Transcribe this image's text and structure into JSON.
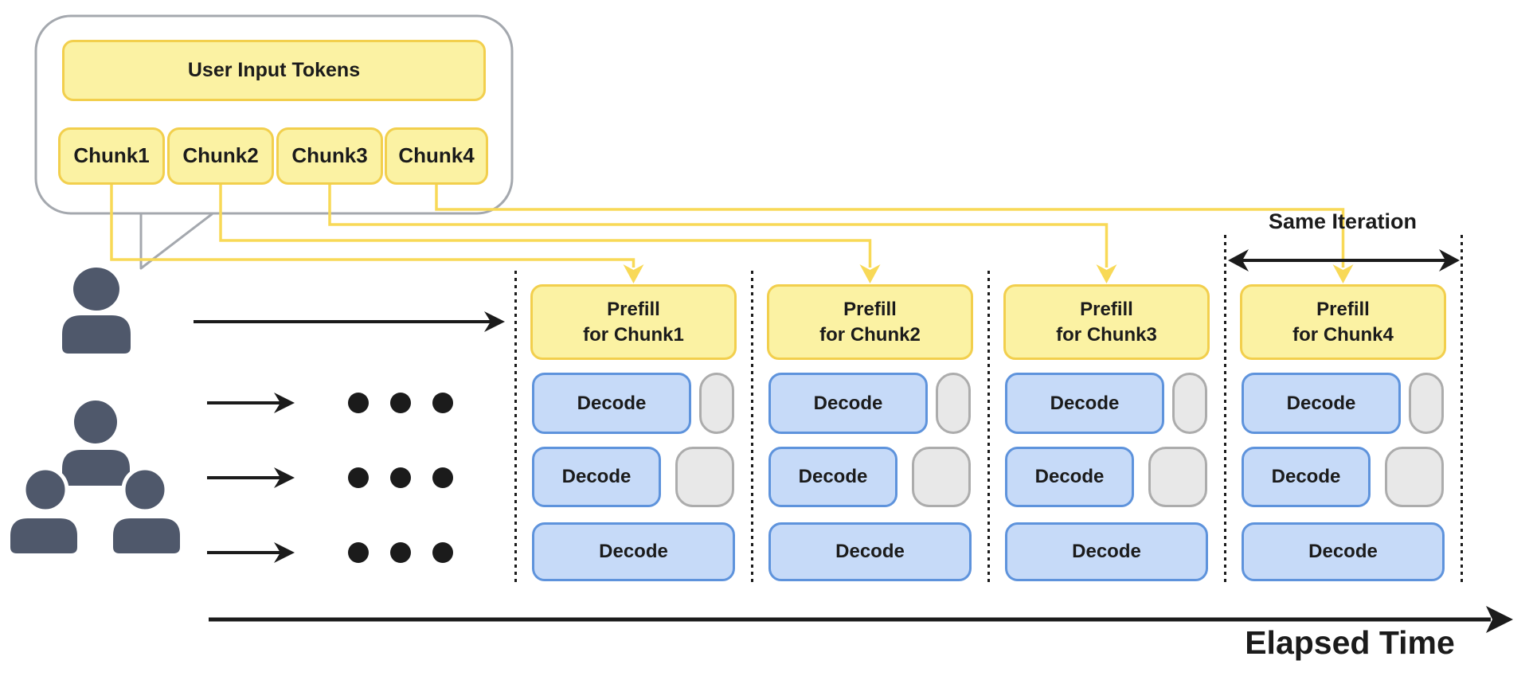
{
  "bubble": {
    "title": "User Input Tokens",
    "chunks": [
      "Chunk1",
      "Chunk2",
      "Chunk3",
      "Chunk4"
    ]
  },
  "columns": [
    {
      "prefill_line1": "Prefill",
      "prefill_line2": "for Chunk1",
      "decodes": [
        "Decode",
        "Decode",
        "Decode"
      ]
    },
    {
      "prefill_line1": "Prefill",
      "prefill_line2": "for Chunk2",
      "decodes": [
        "Decode",
        "Decode",
        "Decode"
      ]
    },
    {
      "prefill_line1": "Prefill",
      "prefill_line2": "for Chunk3",
      "decodes": [
        "Decode",
        "Decode",
        "Decode"
      ]
    },
    {
      "prefill_line1": "Prefill",
      "prefill_line2": "for Chunk4",
      "decodes": [
        "Decode",
        "Decode",
        "Decode"
      ]
    }
  ],
  "labels": {
    "same_iteration": "Same Iteration",
    "elapsed_time": "Elapsed Time"
  },
  "icons": {
    "single_user": "single-user-icon",
    "user_group": "user-group-icon",
    "ellipsis_dots": "ellipsis-dots",
    "right_arrow": "right-arrow",
    "double_arrow": "double-headed-arrow"
  },
  "colors": {
    "yellow_fill": "#FBF2A3",
    "yellow_border": "#F2CF4D",
    "yellow_line": "#F8D957",
    "blue_fill": "#C6DAF8",
    "blue_border": "#5E93DC",
    "gray_fill": "#E8E8E8",
    "gray_border": "#ACACAC",
    "slate": "#4F586B",
    "ink": "#1B1B1B",
    "bubble_gray": "#A4A8AE"
  }
}
